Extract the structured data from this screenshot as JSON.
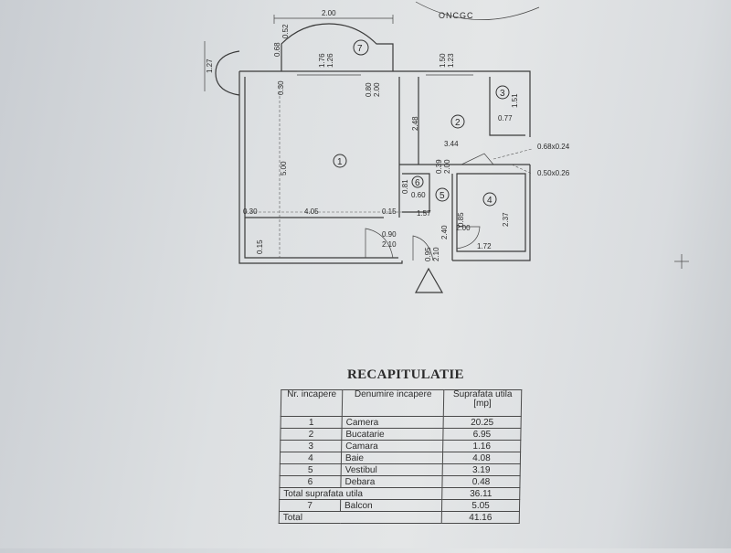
{
  "plan": {
    "compass_text": "ONCGC",
    "dimensions": [
      "2.00",
      "1.27",
      "0.68",
      "0.52",
      "1.76",
      "1.26",
      "0.30",
      "0.80",
      "2.00",
      "1.50",
      "1.23",
      "1.51",
      "0.77",
      "2.48",
      "3.44",
      "0.68x0.24",
      "0.50x0.26",
      "5.00",
      "0.81",
      "0.60",
      "0.39",
      "2.00",
      "0.30",
      "4.05",
      "0.15",
      "1.57",
      "2.40",
      "0.85",
      "2.00",
      "2.37",
      "0.15",
      "0.90",
      "2.10",
      "0.95",
      "2.10",
      "1.72"
    ],
    "room_numbers": [
      "1",
      "2",
      "3",
      "4",
      "5",
      "6",
      "7"
    ]
  },
  "recap": {
    "title": "RECAPITULATIE",
    "header": {
      "nr": "Nr. incapere",
      "denumire": "Denumire incapere",
      "suprafata": "Suprafata utila [mp]"
    },
    "rows": [
      {
        "nr": "1",
        "name": "Camera",
        "area": "20.25"
      },
      {
        "nr": "2",
        "name": "Bucatarie",
        "area": "6.95"
      },
      {
        "nr": "3",
        "name": "Camara",
        "area": "1.16"
      },
      {
        "nr": "4",
        "name": "Baie",
        "area": "4.08"
      },
      {
        "nr": "5",
        "name": "Vestibul",
        "area": "3.19"
      },
      {
        "nr": "6",
        "name": "Debara",
        "area": "0.48"
      }
    ],
    "total_util": {
      "label": "Total suprafata utila",
      "area": "36.11"
    },
    "balcon": {
      "nr": "7",
      "name": "Balcon",
      "area": "5.05"
    },
    "total": {
      "label": "Total",
      "area": "41.16"
    }
  }
}
